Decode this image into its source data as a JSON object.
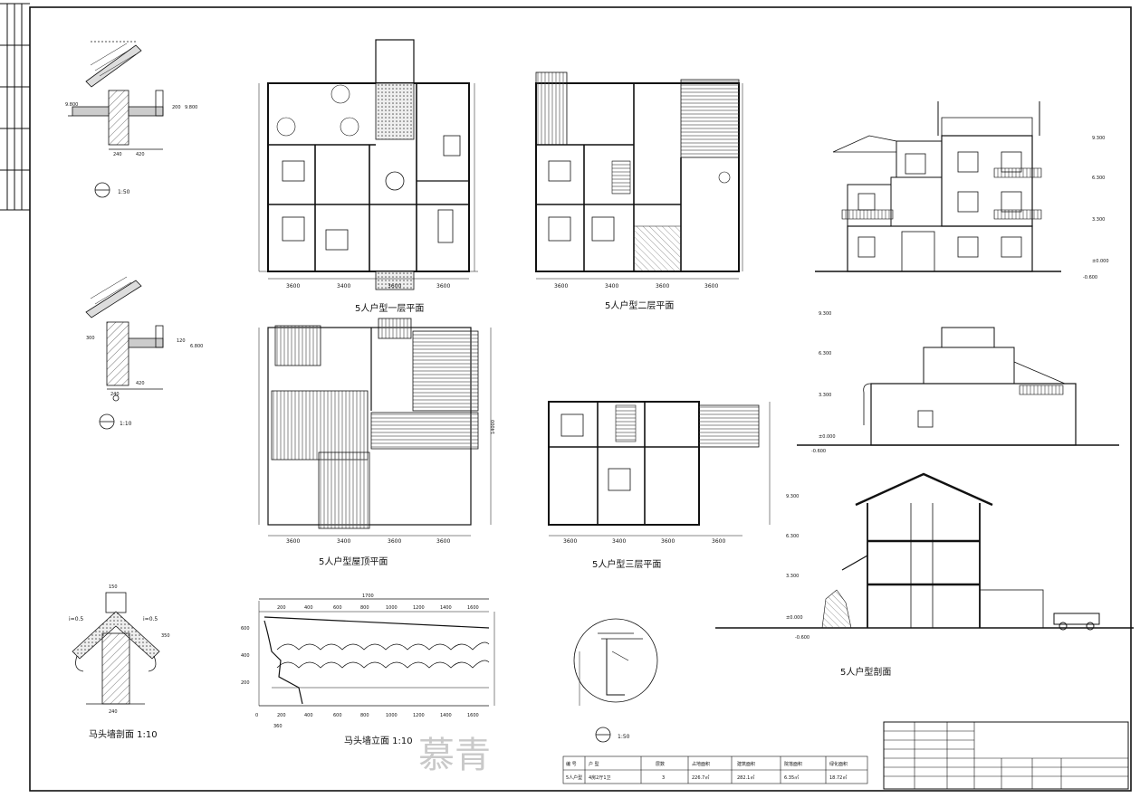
{
  "titles": {
    "plan_floor1": "5人户型一层平面",
    "plan_floor2": "5人户型二层平面",
    "plan_floor3": "5人户型三层平面",
    "plan_roof": "5人户型屋顶平面",
    "section": "5人户型剖面",
    "horse_wall_section": "马头墙剖面 1:10",
    "horse_wall_elevation": "马头墙立面 1:10"
  },
  "detail_scales": {
    "d1": "1:50",
    "d2": "1:10",
    "d3": "1:50"
  },
  "plan_dims": {
    "floor1_bottom": [
      "3600",
      "3400",
      "3600",
      "3600"
    ],
    "floor2_bottom": [
      "3600",
      "3400",
      "3600",
      "3600"
    ],
    "roof_bottom": [
      "3600",
      "3400",
      "3600",
      "3600"
    ],
    "floor3_bottom": [
      "3600",
      "3400",
      "3600",
      "3600"
    ],
    "total": "14000"
  },
  "elevation_levels": {
    "east": [
      "9.300",
      "6.300",
      "3.300",
      "±0.000",
      "-0.600"
    ],
    "side": [
      "9.300",
      "6.300",
      "3.300",
      "±0.000",
      "-0.600"
    ],
    "section": [
      "9.300",
      "6.300",
      "3.300",
      "±0.000",
      "-0.600"
    ]
  },
  "detail_dims": {
    "d1": [
      "9.800",
      "240",
      "420",
      "200",
      "9.800"
    ],
    "d2": [
      "300",
      "240",
      "420",
      "120",
      "6.800"
    ],
    "horse_section": [
      "150",
      "i=0.5",
      "i=0.5",
      "240",
      "350"
    ]
  },
  "horse_elevation": {
    "top_scale": [
      "200",
      "400",
      "600",
      "800",
      "1000",
      "1200",
      "1400",
      "1600"
    ],
    "side_scale": [
      "600",
      "400",
      "200"
    ],
    "bottom_scale": [
      "0",
      "200",
      "400",
      "600",
      "800",
      "1000",
      "1200",
      "1400",
      "1600"
    ],
    "span": "1700",
    "bottom_note": "360"
  },
  "area_table": {
    "headers": [
      "编 号",
      "户 型",
      "层数",
      "占地面积",
      "建筑面积",
      "院落面积",
      "绿化面积"
    ],
    "row": [
      "5人户型",
      "4房2厅1卫",
      "3",
      "226.7㎡",
      "282.1㎡",
      "6.35㎡",
      "18.72㎡"
    ]
  },
  "watermark": "慕青",
  "colors": {
    "line": "#111111",
    "hatch": "#555555",
    "paper": "#ffffff"
  }
}
